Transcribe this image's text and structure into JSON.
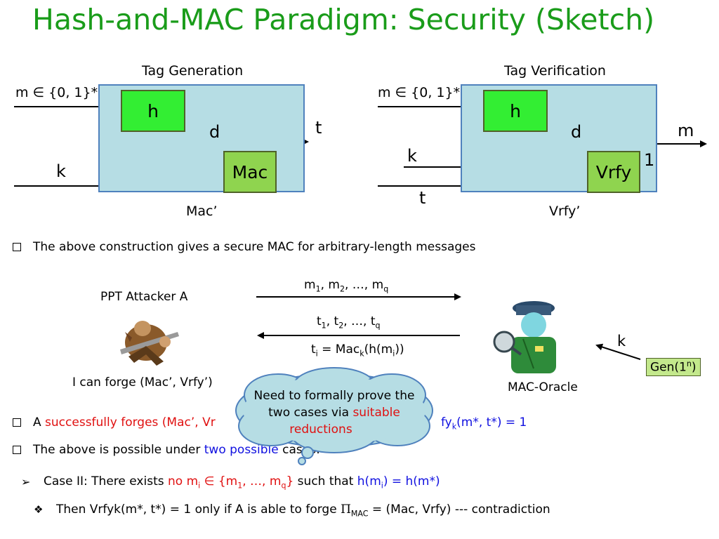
{
  "title": "Hash-and-MAC Paradigm: Security (Sketch)",
  "gen": {
    "heading": "Tag Generation",
    "input_m": "m ∈ {0, 1}*",
    "h": "h",
    "d": "d",
    "t": "t",
    "k": "k",
    "mac": "Mac",
    "caption": "Mac’"
  },
  "ver": {
    "heading": "Tag Verification",
    "input_m": "m ∈ {0, 1}*",
    "h": "h",
    "d": "d",
    "m_out": "m",
    "k": "k",
    "one": "1",
    "vrfy": "Vrfy",
    "t": "t",
    "caption": "Vrfy’"
  },
  "bullet1": "The above construction gives a secure MAC for arbitrary-length messages",
  "game": {
    "attacker": "PPT Attacker A",
    "msgs_m": "m",
    "msgs_1": "1",
    "msgs_comma1": ", m",
    "msgs_2": "2",
    "msgs_rest": ", …, m",
    "msgs_q": "q",
    "tags_t": "t",
    "tags_1": "1",
    "tags_comma1": ", t",
    "tags_2": "2",
    "tags_rest": ", …, t",
    "tags_q": "q",
    "ti_a": "t",
    "ti_i": "i",
    "ti_b": " = Mac",
    "ti_k": "k",
    "ti_c": "(h(m",
    "ti_i2": "i",
    "ti_d": "))",
    "forge_text": "I can forge (Mac’, Vrfy’)",
    "oracle": "MAC-Oracle",
    "k": "k",
    "gen_a": "Gen(1",
    "gen_n": "n",
    "gen_b": ")"
  },
  "cloud": {
    "line1": "Need to formally prove the",
    "line2a": "two cases via ",
    "line2b": "suitable",
    "line3": "reductions"
  },
  "bullet2": {
    "a": "A ",
    "b": "successfully forges (Mac’, Vr",
    "c": "fy",
    "d": "k",
    "e": "(m*, t*) = 1"
  },
  "bullet3": {
    "a": "The above is possible under ",
    "b": "two possible",
    "c": " cases:"
  },
  "case2": {
    "a": "Case II: There exists ",
    "b": "no m",
    "b_sub": "i",
    "c": " ∈ {m",
    "c_sub1": "1",
    "c2": ", …, m",
    "c_subq": "q",
    "c3": "}",
    "d": " such that ",
    "e": "h(m",
    "e_sub": "i",
    "f": ") = h(m*)"
  },
  "then": {
    "a": "Then Vrfyk(m*, t*) = 1 only if A is able to forge ",
    "pi": "Π",
    "mac": "MAC",
    "b": " = (Mac, Vrfy) --- contradiction"
  },
  "icons": {
    "bullet": "square-bullet-icon",
    "arrow": "arrow-bullet-icon",
    "diamond": "diamond-bullet-icon"
  },
  "colors": {
    "title": "#1a9c1a",
    "red": "#e01010",
    "blue": "#1010e0",
    "box": "#b6dde4",
    "h_box": "#33ee33",
    "mac_box": "#8fd44f"
  }
}
